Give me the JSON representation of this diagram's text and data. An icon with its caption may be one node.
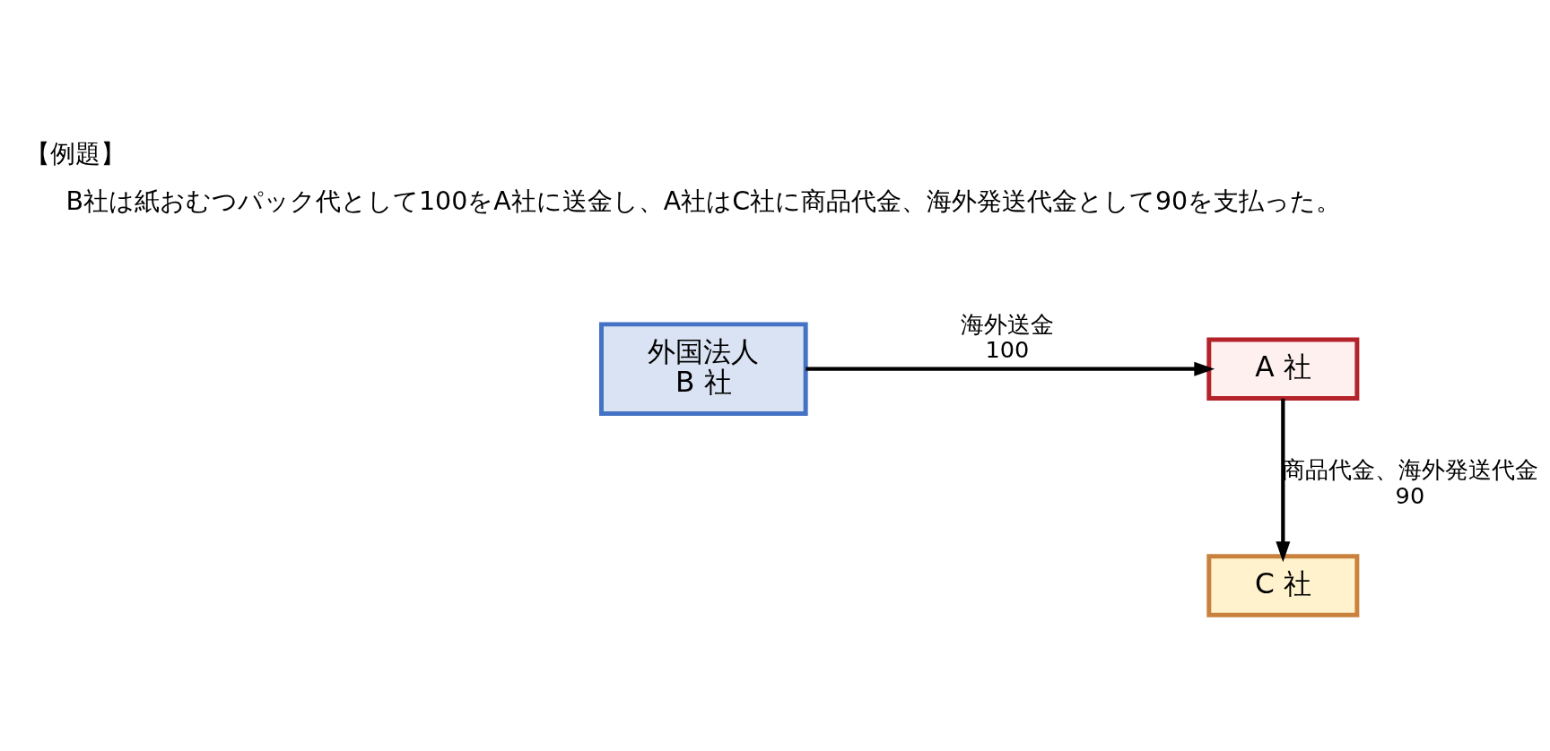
{
  "diagram": {
    "title": "【例題】",
    "nodes": [
      {
        "text": [
          "外国法人",
          "B 社"
        ]
      },
      {
        "text": [
          "A 社"
        ]
      },
      {
        "text": [
          "C 社"
        ]
      }
    ],
    "edges": [
      {
        "from": 0,
        "to": 1,
        "arrow": "to",
        "label": "海外送金 100"
      },
      {
        "from": 1,
        "to": 2,
        "arrow": "to",
        "label": "商品代金、海外発送代金 90"
      }
    ],
    "labels": [
      "B社は紙おむつパック代として100をA社に送金し、A社はC社に商品代金、海外発送代金として90を支払った。"
    ]
  }
}
